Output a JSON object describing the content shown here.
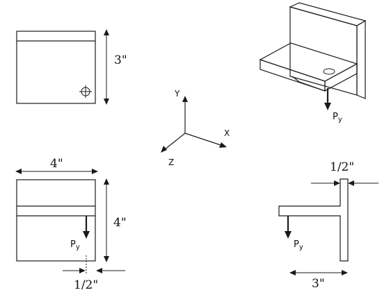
{
  "dimensions": {
    "top_view_height": "3\"",
    "front_width": "4\"",
    "front_height": "4\"",
    "front_offset": "1/2\"",
    "side_thickness": "1/2\"",
    "side_shelf_length": "3\""
  },
  "axes": {
    "x": "X",
    "y": "Y",
    "z": "Z"
  },
  "load": {
    "symbol": "P",
    "subscript": "y"
  }
}
